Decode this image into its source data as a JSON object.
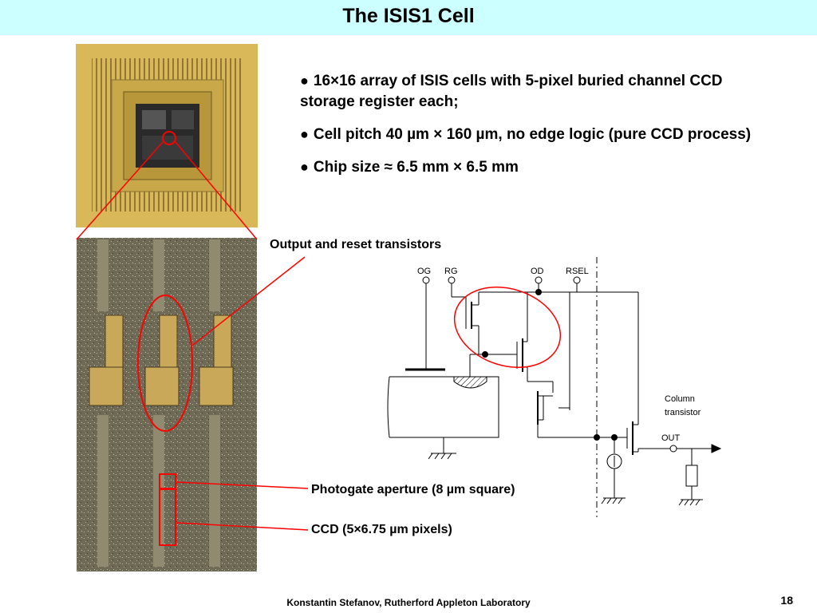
{
  "slide": {
    "title": "The ISIS1 Cell",
    "footer": "Konstantin Stefanov, Rutherford Appleton Laboratory",
    "page_number": "18"
  },
  "bullets": [
    "16×16 array of ISIS cells with 5-pixel buried channel CCD storage register each;",
    "Cell pitch 40 µm × 160 µm, no edge logic (pure CCD process)",
    "Chip size ≈ 6.5 mm × 6.5 mm"
  ],
  "callouts": {
    "output_reset": "Output and reset transistors",
    "photogate": "Photogate aperture (8 µm square)",
    "ccd": "CCD (5×6.75 µm pixels)"
  },
  "schematic": {
    "og": "OG",
    "rg": "RG",
    "od": "OD",
    "rsel": "RSEL",
    "column_line1": "Column",
    "column_line2": "transistor",
    "out": "OUT"
  },
  "colors": {
    "title_bar": "#ccffff",
    "highlight": "#ff0000",
    "chip_gold": "#d9b85a",
    "micro_bg": "#6f6a55"
  }
}
